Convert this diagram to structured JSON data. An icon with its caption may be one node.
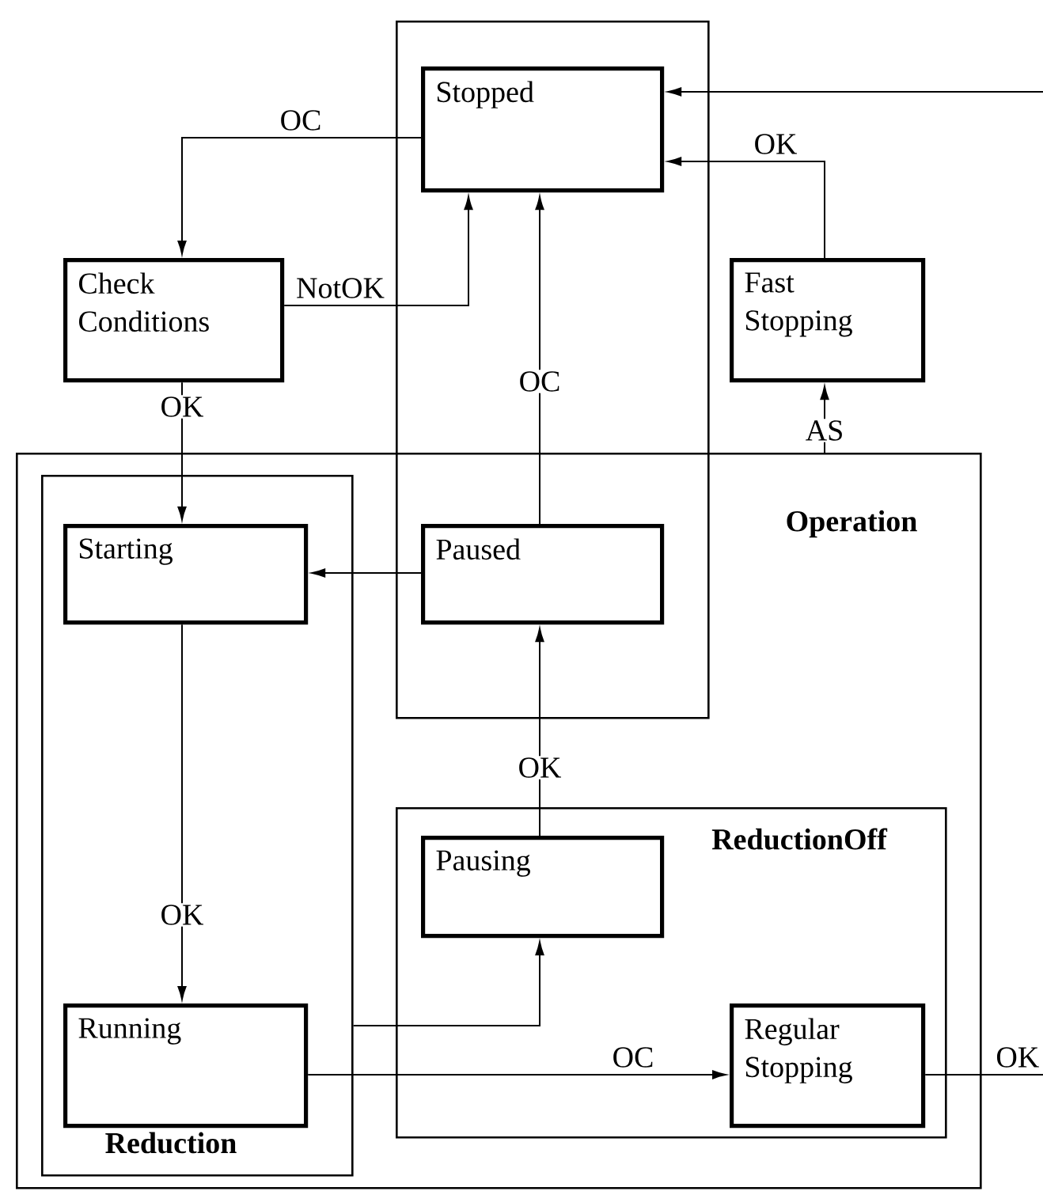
{
  "diagram": {
    "nodes": [
      {
        "text": [],
        "shape": "box"
      },
      {
        "text": [
          "Stopped"
        ],
        "in": 0
      },
      {
        "text": [
          "Check Conditions"
        ]
      },
      {
        "text": [
          "Fast Stopping"
        ]
      },
      {
        "text": [
          "Operation"
        ]
      },
      {
        "text": [
          "Reduction"
        ],
        "in": 4
      },
      {
        "text": [
          "Starting"
        ],
        "in": 5
      },
      {
        "text": [
          "Paused"
        ]
      },
      {
        "text": [
          "ReductionOff"
        ],
        "in": 4
      },
      {
        "text": [
          "Pausing"
        ],
        "in": 8
      },
      {
        "text": [
          "Running"
        ],
        "in": 5
      },
      {
        "text": [
          "Regular Stopping"
        ],
        "in": 8
      }
    ],
    "edges": [
      {
        "from": 1,
        "to": 2,
        "arrow": "to",
        "label": "OC"
      },
      {
        "from": 2,
        "to": 1,
        "arrow": "to",
        "label": "NotOK"
      },
      {
        "from": 7,
        "to": 1,
        "arrow": "to",
        "label": "OC"
      },
      {
        "from": 3,
        "to": 1,
        "arrow": "to",
        "label": "OK"
      },
      {
        "from": null,
        "to": 1,
        "arrow": "to"
      },
      {
        "from": 4,
        "to": 3,
        "arrow": "to",
        "label": "AS"
      },
      {
        "from": 2,
        "to": 6,
        "arrow": "to",
        "label": "OK"
      },
      {
        "from": 7,
        "to": 6,
        "arrow": "to"
      },
      {
        "from": 9,
        "to": 7,
        "arrow": "to",
        "label": "OK"
      },
      {
        "from": 6,
        "to": 10,
        "arrow": "to",
        "label": "OK"
      },
      {
        "from": 5,
        "to": 9,
        "arrow": "to"
      },
      {
        "from": 10,
        "to": 11,
        "arrow": "to",
        "label": "OC"
      },
      {
        "from": 11,
        "to": null,
        "arrow": "none",
        "label": "OK"
      }
    ]
  }
}
